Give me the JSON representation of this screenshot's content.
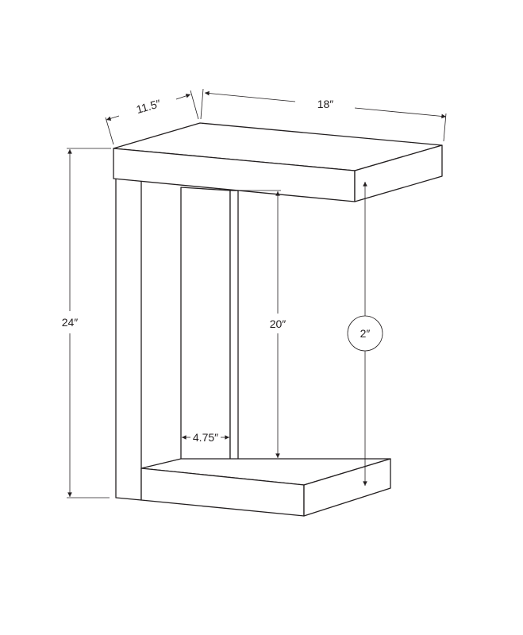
{
  "dimensions": {
    "depth": "11.5″",
    "width": "18″",
    "height": "24″",
    "clearance_height": "20″",
    "top_thickness": "2″",
    "post_width": "4.75″"
  },
  "colors": {
    "line": "#231f20",
    "background": "#ffffff"
  }
}
